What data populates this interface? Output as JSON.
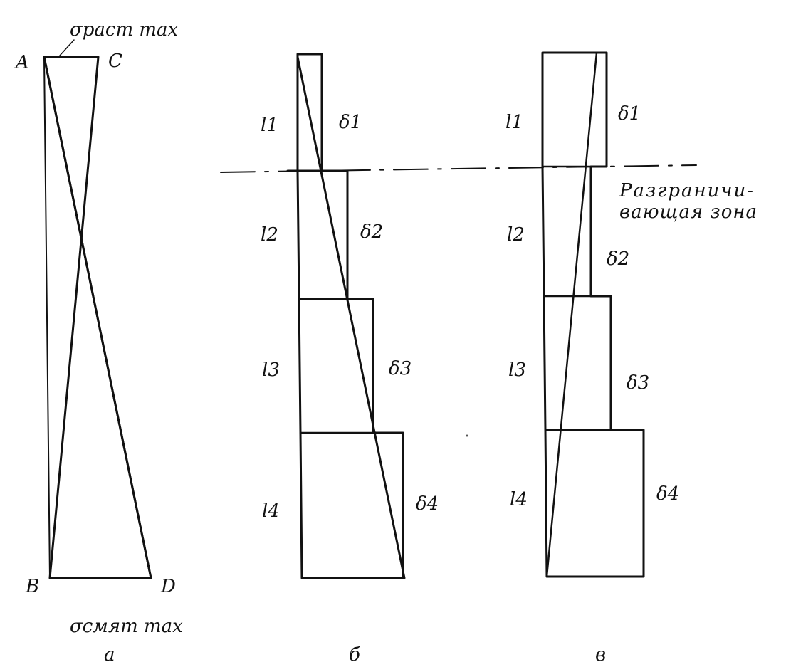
{
  "diagram_a": {
    "point_A": "A",
    "point_C": "C",
    "point_B": "B",
    "point_D": "D",
    "top_stress_label": "σраст max",
    "bottom_stress_label": "σсмят max",
    "caption": "а"
  },
  "diagram_b": {
    "segments": [
      {
        "length": "l1",
        "width": "δ1"
      },
      {
        "length": "l2",
        "width": "δ2"
      },
      {
        "length": "l3",
        "width": "δ3"
      },
      {
        "length": "l4",
        "width": "δ4"
      }
    ],
    "caption": "б"
  },
  "diagram_c": {
    "segments": [
      {
        "length": "l1",
        "width": "δ1"
      },
      {
        "length": "l2",
        "width": "δ2"
      },
      {
        "length": "l3",
        "width": "δ3"
      },
      {
        "length": "l4",
        "width": "δ4"
      }
    ],
    "boundary_zone_line1": "Разграничи-",
    "boundary_zone_line2": "вающая зона",
    "caption": "в"
  }
}
